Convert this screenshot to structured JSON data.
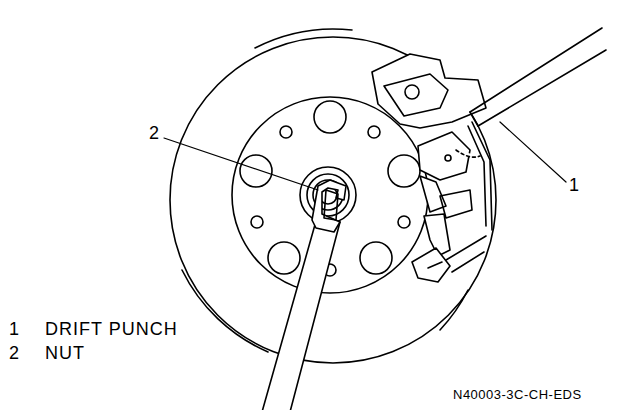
{
  "diagram": {
    "labels": [
      "2",
      "1",
      "1",
      "DRIFT PUNCH",
      "2",
      "NUT",
      "N40003-3C-CH-EDS"
    ]
  }
}
